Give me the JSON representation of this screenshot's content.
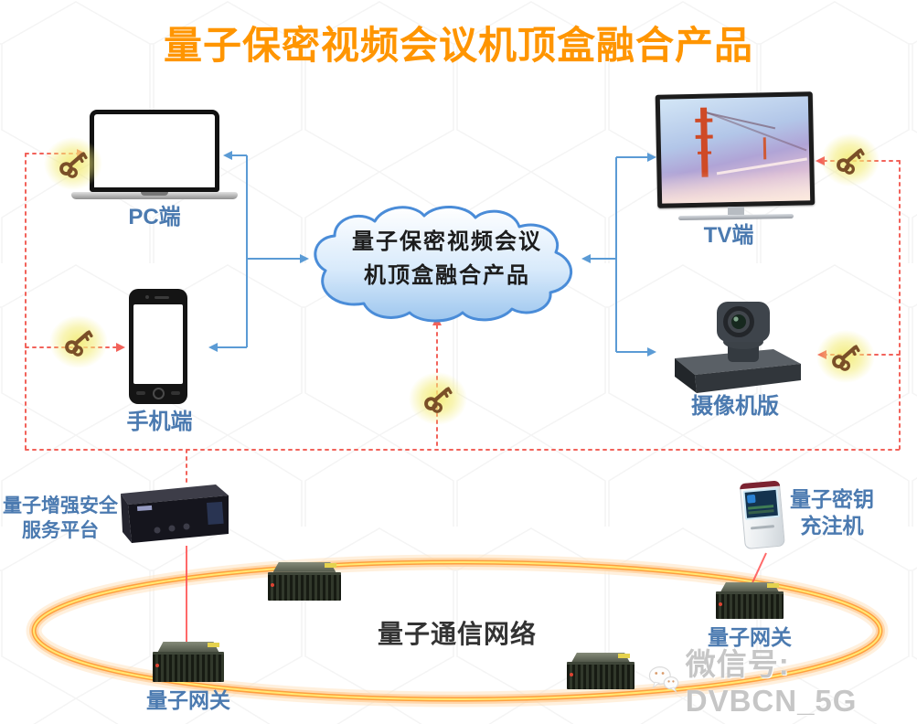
{
  "title": "量子保密视频会议机顶盒融合产品",
  "cloud": {
    "line1": "量子保密视频会议",
    "line2": "机顶盒融合产品"
  },
  "devices": {
    "pc": {
      "label": "PC端"
    },
    "phone": {
      "label": "手机端"
    },
    "tv": {
      "label": "TV端"
    },
    "camera": {
      "label": "摄像机版"
    }
  },
  "platform": {
    "label_line1": "量子增强安全",
    "label_line2": "服务平台"
  },
  "key_injector": {
    "label_line1": "量子密钥",
    "label_line2": "充注机"
  },
  "network": {
    "label": "量子通信网络",
    "gateway_left_label": "量子网关",
    "gateway_right_label": "量子网关"
  },
  "watermark": {
    "text": "微信号: DVBCN_5G",
    "icon": "wechat-icon"
  },
  "icons": {
    "key": "key-icon"
  },
  "colors": {
    "title_orange": "#FF9500",
    "label_blue": "#4B7AB0",
    "cloud_border": "#4A8CD8",
    "cloud_fill": "#A9CDF0",
    "red_line": "#F2625A",
    "blue_line": "#5B9BD5",
    "ring_orange": "#FF9F3E",
    "ring_yellow": "#FFE873",
    "network_text": "#333333",
    "key_glow": "#F3EC78",
    "key_brown": "#7A4F28",
    "watermark_gray": "#C6C6C6"
  }
}
